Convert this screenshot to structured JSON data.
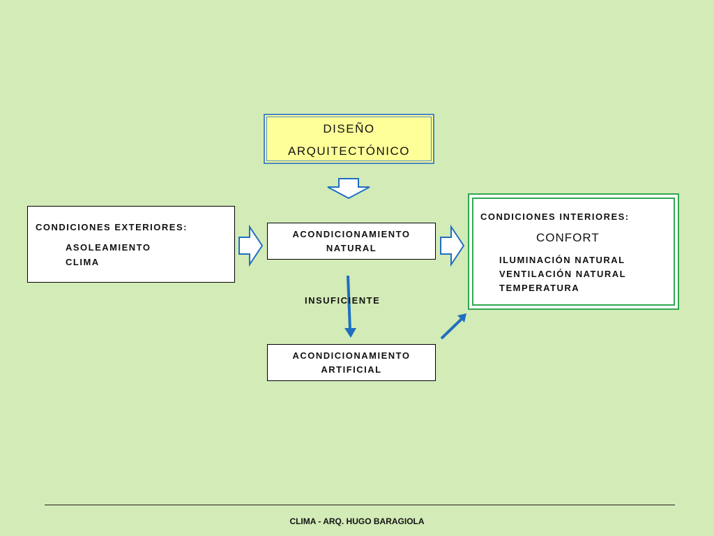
{
  "design": {
    "line1": "DISEÑO",
    "line2": "ARQUITECTÓNICO"
  },
  "exterior": {
    "title": "CONDICIONES EXTERIORES:",
    "items": [
      "ASOLEAMIENTO",
      "CLIMA"
    ]
  },
  "natural": {
    "line1": "ACONDICIONAMIENTO",
    "line2": "NATURAL"
  },
  "artificial": {
    "line1": "ACONDICIONAMIENTO",
    "line2": "ARTIFICIAL"
  },
  "insufficient_label": "INSUFICIENTE",
  "interior": {
    "title": "CONDICIONES INTERIORES:",
    "heading": "CONFORT",
    "items": [
      "ILUMINACIÓN NATURAL",
      "VENTILACIÓN NATURAL",
      "TEMPERATURA"
    ]
  },
  "footer": "CLIMA -  ARQ. HUGO BARAGIOLA",
  "colors": {
    "background": "#d3ebb7",
    "design_fill": "#ffff99",
    "blue_accent": "#1f6fbf",
    "green_border": "#2fa84f"
  }
}
